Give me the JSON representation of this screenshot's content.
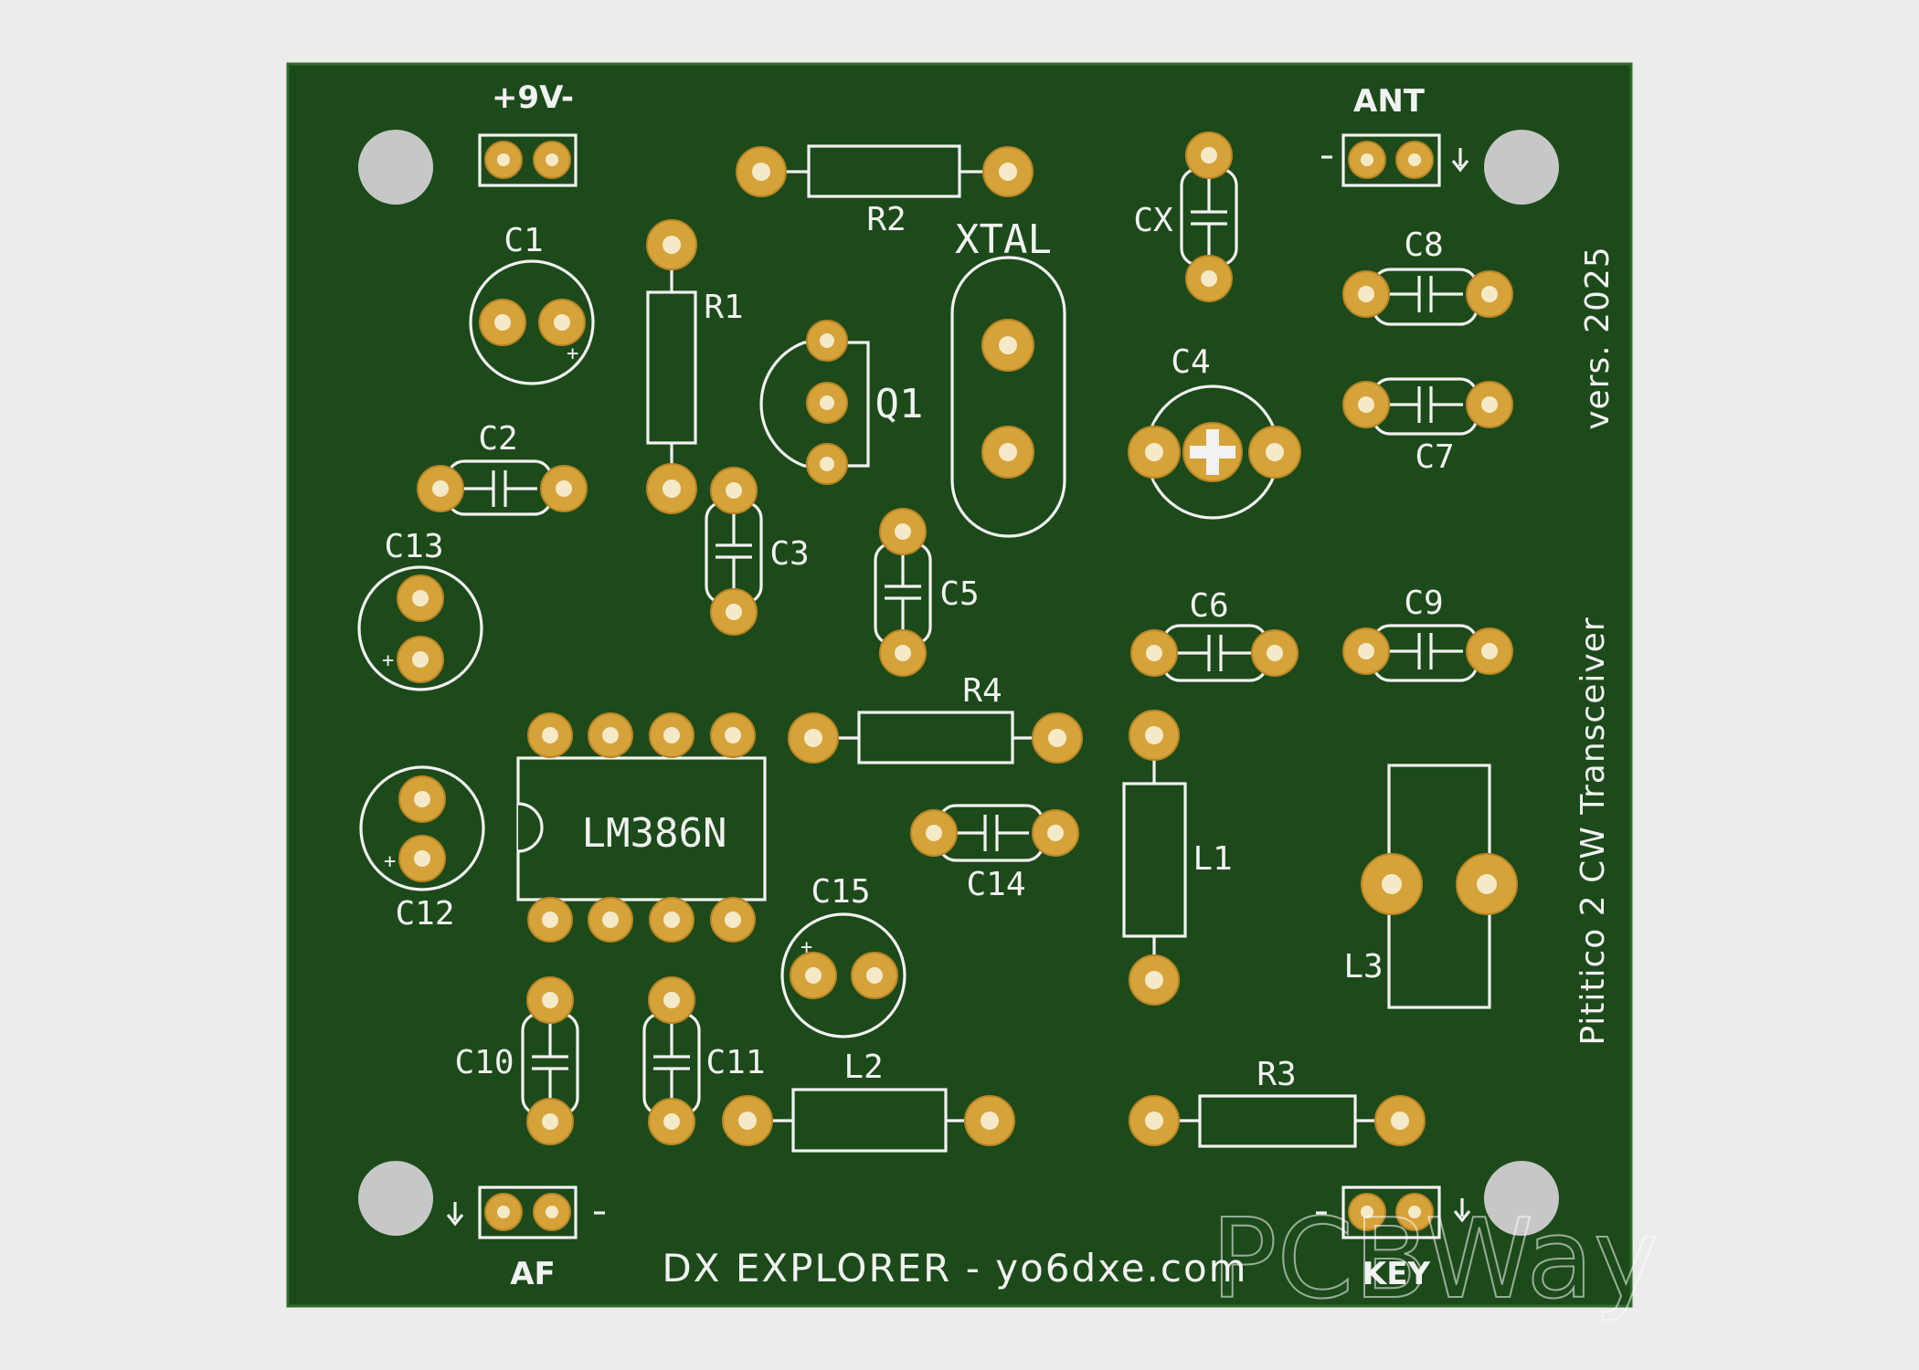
{
  "colors": {
    "board": "#1c4a1a",
    "silkscreen": "#f2f2f2",
    "pad": "#d6a23a",
    "mounting_hole": "#c7c7c7"
  },
  "connectors": {
    "power": "+9V-",
    "antenna": "ANT",
    "audio": "AF",
    "key": "KEY"
  },
  "components": {
    "c1": "C1",
    "c2": "C2",
    "c3": "C3",
    "c4": "C4",
    "c5": "C5",
    "c6": "C6",
    "c7": "C7",
    "c8": "C8",
    "c9": "C9",
    "c10": "C10",
    "c11": "C11",
    "c12": "C12",
    "c13": "C13",
    "c14": "C14",
    "c15": "C15",
    "cx": "CX",
    "r1": "R1",
    "r2": "R2",
    "r3": "R3",
    "r4": "R4",
    "l1": "L1",
    "l2": "L2",
    "l3": "L3",
    "q1": "Q1",
    "xtal": "XTAL",
    "ic": "LM386N"
  },
  "version_text": "vers. 2025",
  "board_title": "Pititico 2 CW Transceiver",
  "footer_text": "DX EXPLORER - yo6dxe.com",
  "watermark": "PCBWay"
}
